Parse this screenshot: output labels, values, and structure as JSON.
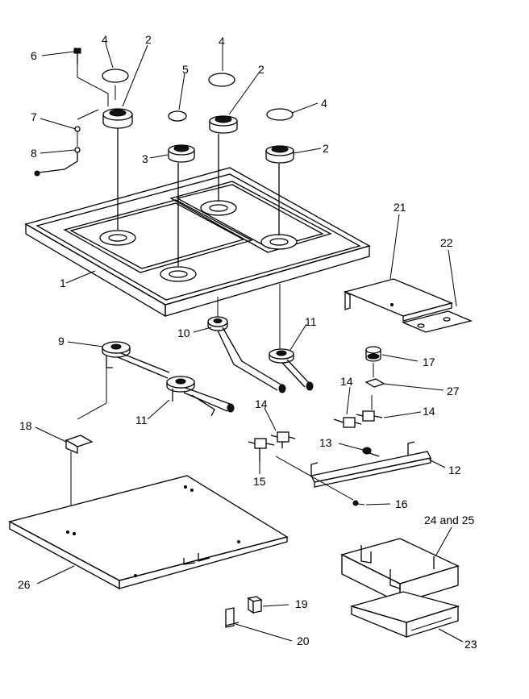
{
  "diagram": {
    "callouts": [
      {
        "id": "c1",
        "label": "1"
      },
      {
        "id": "c2a",
        "label": "2"
      },
      {
        "id": "c2b",
        "label": "2"
      },
      {
        "id": "c2c",
        "label": "2"
      },
      {
        "id": "c3",
        "label": "3"
      },
      {
        "id": "c4a",
        "label": "4"
      },
      {
        "id": "c4b",
        "label": "4"
      },
      {
        "id": "c4c",
        "label": "4"
      },
      {
        "id": "c5",
        "label": "5"
      },
      {
        "id": "c6",
        "label": "6"
      },
      {
        "id": "c7",
        "label": "7"
      },
      {
        "id": "c8",
        "label": "8"
      },
      {
        "id": "c9",
        "label": "9"
      },
      {
        "id": "c10",
        "label": "10"
      },
      {
        "id": "c11a",
        "label": "11"
      },
      {
        "id": "c11b",
        "label": "11"
      },
      {
        "id": "c12",
        "label": "12"
      },
      {
        "id": "c13",
        "label": "13"
      },
      {
        "id": "c14a",
        "label": "14"
      },
      {
        "id": "c14b",
        "label": "14"
      },
      {
        "id": "c14c",
        "label": "14"
      },
      {
        "id": "c15",
        "label": "15"
      },
      {
        "id": "c16",
        "label": "16"
      },
      {
        "id": "c17",
        "label": "17"
      },
      {
        "id": "c18",
        "label": "18"
      },
      {
        "id": "c19",
        "label": "19"
      },
      {
        "id": "c20",
        "label": "20"
      },
      {
        "id": "c21",
        "label": "21"
      },
      {
        "id": "c22",
        "label": "22"
      },
      {
        "id": "c2425",
        "label": "24 and 25"
      },
      {
        "id": "c23",
        "label": "23"
      },
      {
        "id": "c26",
        "label": "26"
      },
      {
        "id": "c27",
        "label": "27"
      }
    ]
  }
}
